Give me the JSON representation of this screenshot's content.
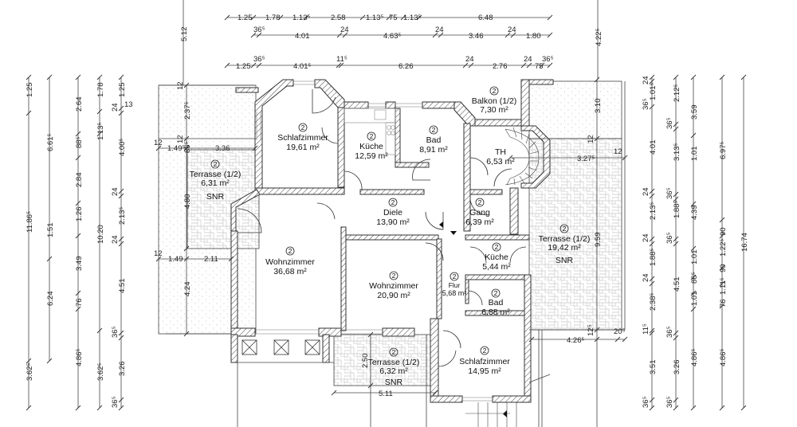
{
  "drawing": {
    "type": "floor plan",
    "floor_marker": "2",
    "area_unit": "m²"
  },
  "rooms": [
    {
      "id": "schlafzimmer-1",
      "name": "Schlafzimmer",
      "area": "19,61 m²"
    },
    {
      "id": "kueche-1",
      "name": "Küche",
      "area": "12,59 m²"
    },
    {
      "id": "bad-1",
      "name": "Bad",
      "area": "8,91 m²"
    },
    {
      "id": "balkon",
      "name": "Balkon (1/2)",
      "area": "7,30 m²"
    },
    {
      "id": "th",
      "name": "TH",
      "area": "6,53 m²"
    },
    {
      "id": "terrasse-left",
      "name": "Terrasse (1/2)",
      "area": "6,31 m²",
      "note": "SNR"
    },
    {
      "id": "diele",
      "name": "Diele",
      "area": "13,90 m²"
    },
    {
      "id": "gang",
      "name": "Gang",
      "area": "6,39 m²"
    },
    {
      "id": "terrasse-right",
      "name": "Terrasse (1/2)",
      "area": "19,42 m²",
      "note": "SNR"
    },
    {
      "id": "wohnzimmer-1",
      "name": "Wohnzimmer",
      "area": "36,68 m²"
    },
    {
      "id": "kueche-2",
      "name": "Küche",
      "area": "5,44 m²"
    },
    {
      "id": "wohnzimmer-2",
      "name": "Wohnzimmer",
      "area": "20,90 m²"
    },
    {
      "id": "flur",
      "name": "Flur",
      "area": "5,68 m²"
    },
    {
      "id": "bad-2",
      "name": "Bad",
      "area": "6,88 m²"
    },
    {
      "id": "terrasse-bottom",
      "name": "Terrasse (1/2)",
      "area": "6,32 m²",
      "note": "SNR"
    },
    {
      "id": "schlafzimmer-2",
      "name": "Schlafzimmer",
      "area": "14,95 m²"
    }
  ],
  "dimensions": {
    "top_row1": [
      "1.25",
      "1.78",
      "1.13⁵",
      "2.58",
      "1.13⁵",
      "75",
      "1.13⁵",
      "6.48"
    ],
    "top_row2": {
      "small": [
        "36⁵",
        "24",
        "24",
        "24"
      ],
      "main": [
        "4.01",
        "4.63⁵",
        "3.46",
        "1.80"
      ]
    },
    "top_row3": {
      "small": [
        "36⁵",
        "11⁵",
        "24",
        "24",
        "36⁵"
      ],
      "main": [
        "1.25",
        "4.01⁵",
        "6.26",
        "2.76",
        "75"
      ]
    },
    "top_vertical_left": "5.12",
    "top_vertical_right": "4.22⁵",
    "left_col1": [
      "1.25",
      "11.86⁵",
      "3.62⁵"
    ],
    "left_col2": [
      "6.61⁵",
      "1.51",
      "6.24"
    ],
    "left_col3": [
      "2.64",
      "88⁵",
      "2.84",
      "1.26",
      "3.49",
      "76",
      "4.86⁵"
    ],
    "left_col4": [
      "1.78",
      "1.13⁵",
      "10.20",
      "3.62⁵"
    ],
    "left_col5": {
      "main": [
        "1.25",
        "4.00⁵",
        "2.13⁵",
        "4.51",
        "3.26"
      ],
      "small": [
        "13",
        "24",
        "24",
        "24",
        "36⁵",
        "36⁵"
      ]
    },
    "right_col1": {
      "main": [
        "1.01⁵",
        "4.01",
        "2.13⁵",
        "1.88⁵",
        "2.38⁵",
        "3.51"
      ],
      "small": [
        "24",
        "36⁵",
        "24",
        "24",
        "24",
        "11⁵",
        "36⁵"
      ]
    },
    "right_col2": {
      "main": [
        "2.12⁵",
        "3.13⁵",
        "1.88⁵",
        "4.51",
        "3.26"
      ],
      "small": [
        "36⁵",
        "36⁵",
        "36⁵",
        "36⁵",
        "36⁵"
      ]
    },
    "right_col3": [
      "3.59",
      "1.01",
      "4.39",
      "1.01",
      "86⁵",
      "1.01",
      "4.86⁵"
    ],
    "right_col4": [
      "6.97⁵",
      "90",
      "1.22⁵",
      "90",
      "1.11⁵",
      "76",
      "4.86⁵"
    ],
    "right_col5": "16.74",
    "inner": {
      "terr_left_2_37": "2.37⁵",
      "terr_left_12a": "12",
      "terr_left_12b": "12",
      "terr_left_12c": "12",
      "terr_left_1_49a": "1.49⁵",
      "terr_left_86": "86⁵",
      "terr_left_3_36": "3.36",
      "terr_left_4_80": "4.80",
      "terr_left_1_49b": "1.49",
      "terr_left_2_11": "2.11",
      "terr_left_4_24": "4.24",
      "terr_left_12d": "12",
      "terr_right_3_10": "3.10",
      "terr_right_12a": "12",
      "terr_right_12b": "12",
      "terr_right_3_27": "3.27⁵",
      "terr_right_9_59": "9.59",
      "terr_right_4_26": "4.26⁵",
      "terr_right_12c": "12⁵",
      "terr_right_20": "20⁵",
      "terr_bottom_2_50": "2.50",
      "terr_bottom_5_11": "5.11"
    }
  }
}
